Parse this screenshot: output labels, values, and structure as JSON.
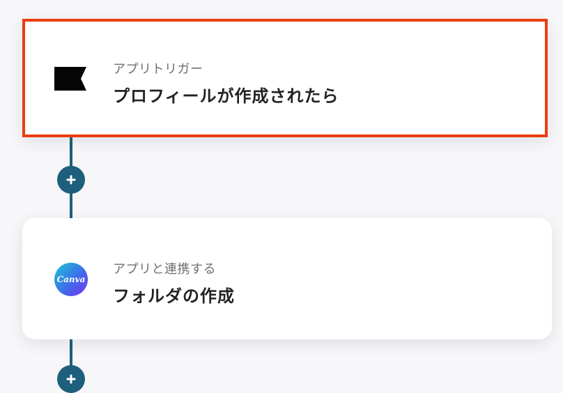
{
  "steps": [
    {
      "caption": "アプリトリガー",
      "title": "プロフィールが作成されたら",
      "icon": "flag-icon",
      "selected": true
    },
    {
      "caption": "アプリと連携する",
      "title": "フォルダの作成",
      "icon": "canva-logo-icon",
      "logo_text": "Canva",
      "selected": false
    }
  ],
  "colors": {
    "connector": "#1d5f7c",
    "selection_outline": "#ea3d0f",
    "background": "#f7f7f9"
  }
}
